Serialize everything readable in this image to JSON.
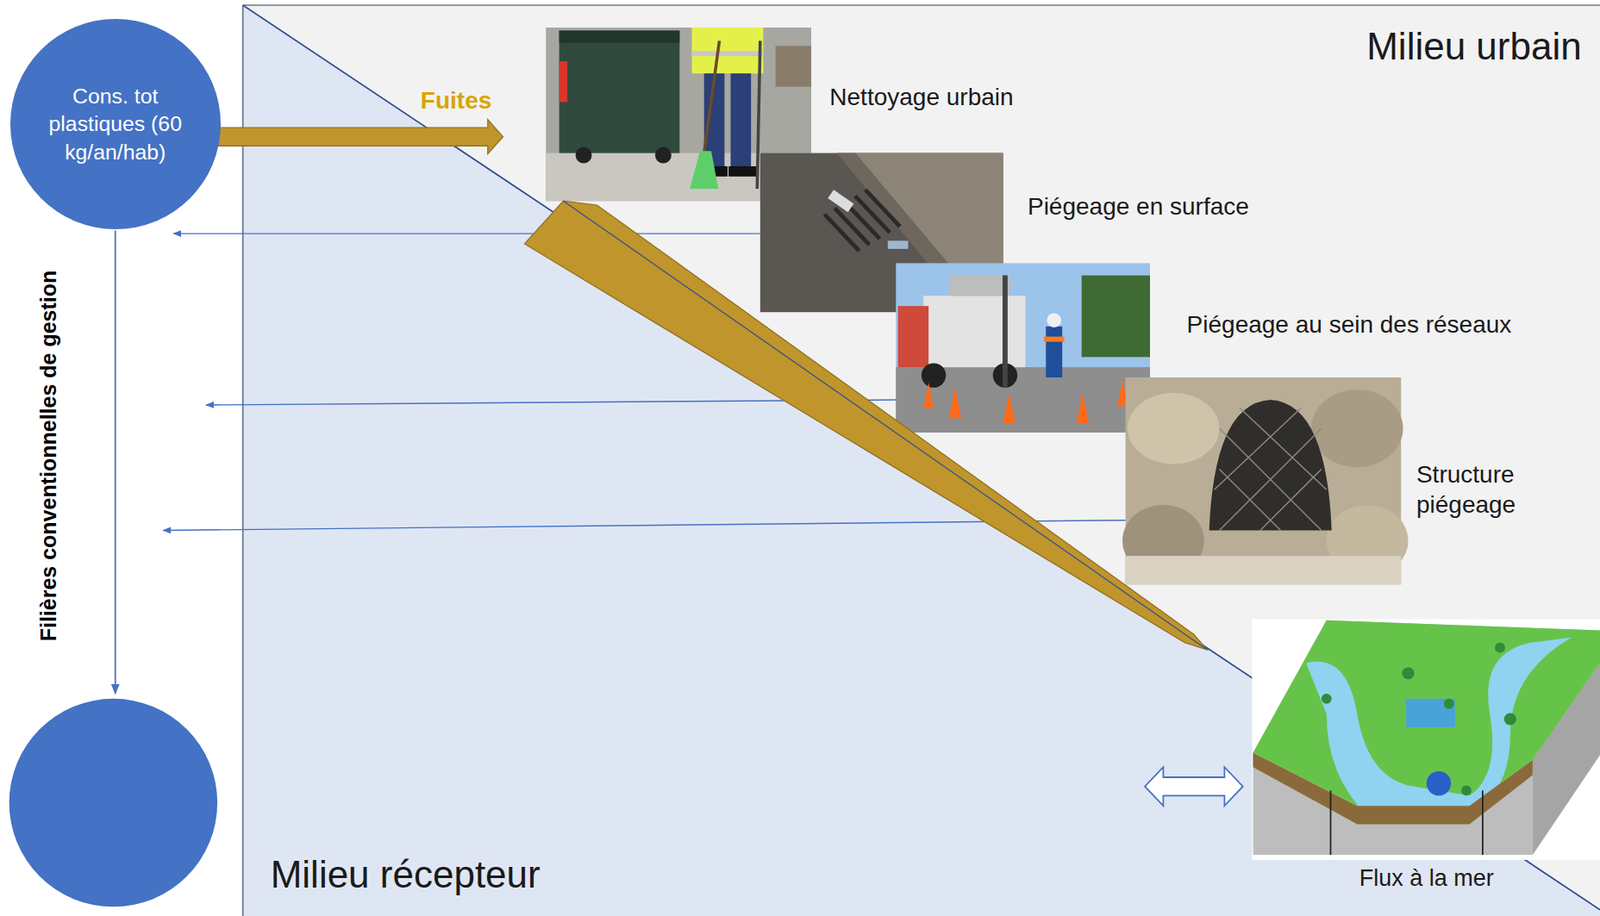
{
  "diagram": {
    "nodes": [
      {
        "text": [
          "Cons. tot plastiques (60 kg/an/hab)"
        ]
      }
    ],
    "labels": [
      "Fuites",
      "Nettoyage urbain",
      "Piégeage en surface",
      "Piégeage au sein des réseaux",
      "Structure piégeage",
      "Milieu urbain",
      "Milieu récepteur",
      "Filières conventionnelles de gestion",
      "Flux à la mer"
    ]
  }
}
